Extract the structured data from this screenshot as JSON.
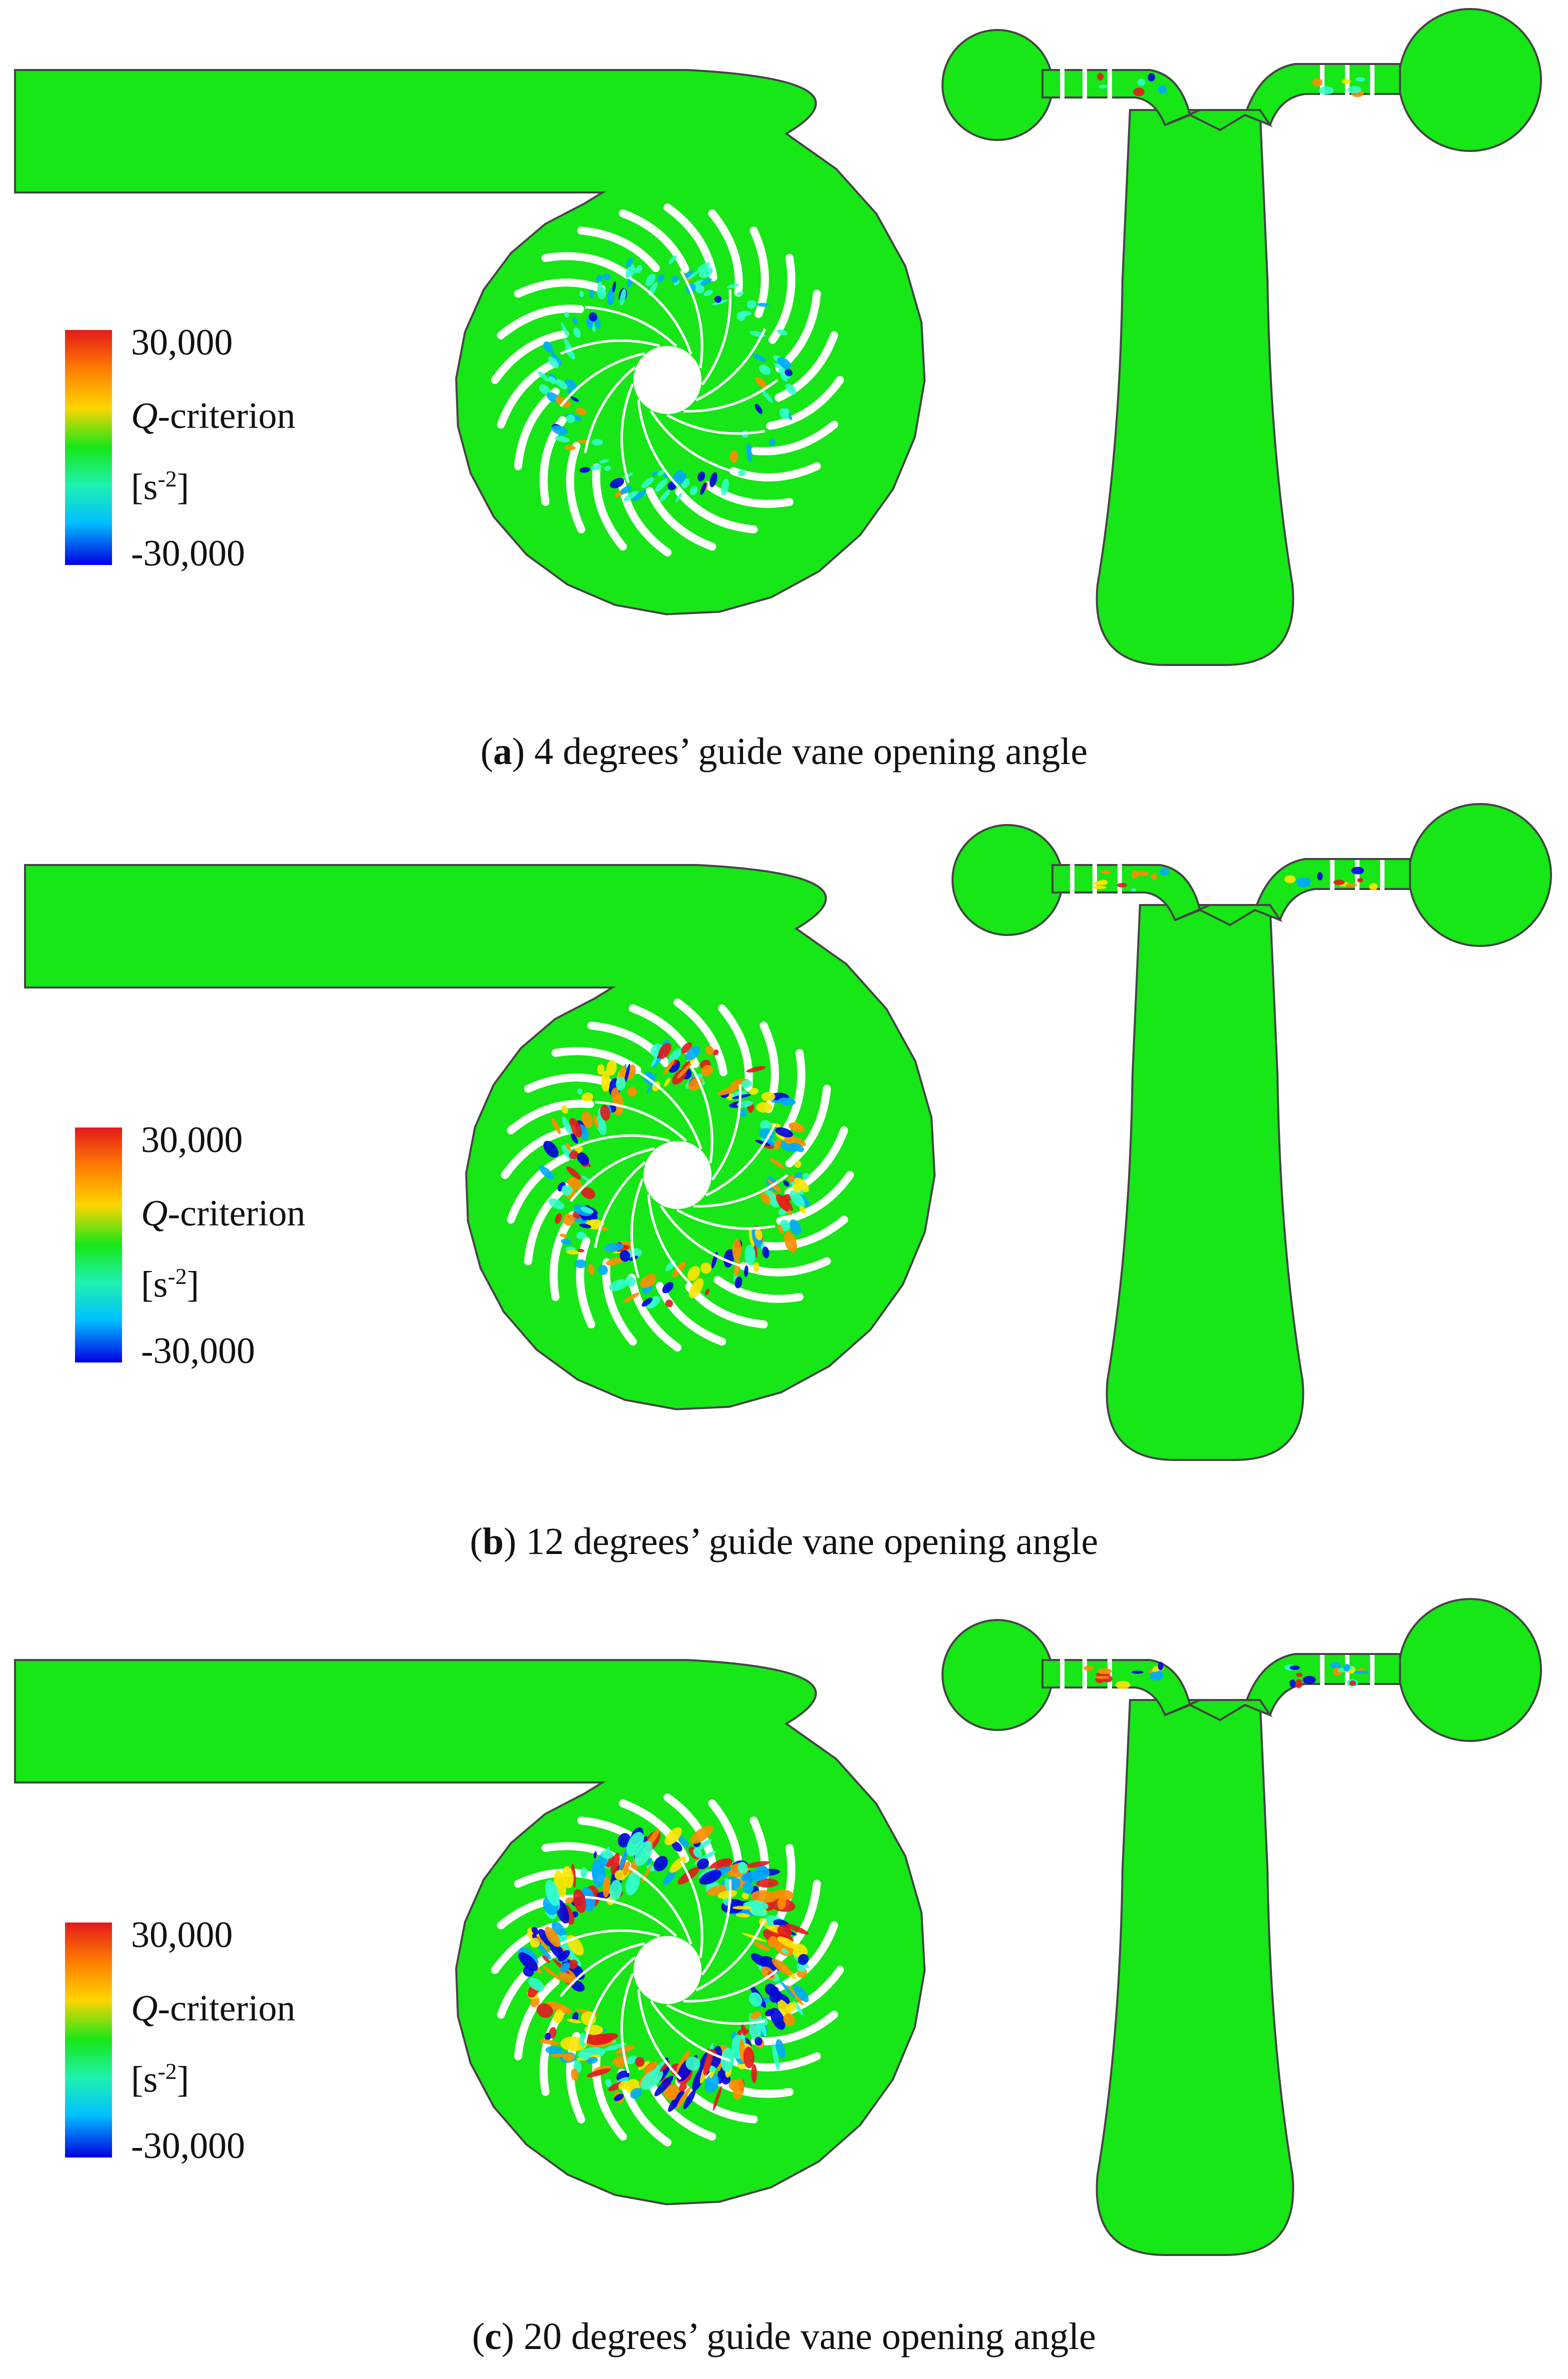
{
  "panels": [
    {
      "id": "a",
      "caption_letter": "a",
      "caption_text": " 4 degrees’ guide vane opening angle",
      "legend": {
        "max_label": "30,000",
        "quantity_symbol": "Q",
        "quantity_rest": "-criterion",
        "unit_pre": "[s",
        "unit_exp": "-2",
        "unit_post": "]",
        "min_label": "-30,000"
      },
      "vortex_intensity": 0.25
    },
    {
      "id": "b",
      "caption_letter": "b",
      "caption_text": " 12 degrees’ guide vane opening angle",
      "legend": {
        "max_label": "30,000",
        "quantity_symbol": "Q",
        "quantity_rest": "-criterion",
        "unit_pre": "[s",
        "unit_exp": "-2",
        "unit_post": "]",
        "min_label": "-30,000"
      },
      "vortex_intensity": 0.6
    },
    {
      "id": "c",
      "caption_letter": "c",
      "caption_text": " 20 degrees’ guide vane opening angle",
      "legend": {
        "max_label": "30,000",
        "quantity_symbol": "Q",
        "quantity_rest": "-criterion",
        "unit_pre": "[s",
        "unit_exp": "-2",
        "unit_post": "]",
        "min_label": "-30,000"
      },
      "vortex_intensity": 1.0
    }
  ],
  "colors": {
    "field": "#17e617",
    "outline": "#444444",
    "vane": "#ffffff",
    "q_high": "#e31a1c",
    "q_mid_high": "#ff8c00",
    "q_mid": "#ffe600",
    "q_low_mid": "#33ffcc",
    "q_low": "#00aaff",
    "q_min": "#0000e0"
  }
}
